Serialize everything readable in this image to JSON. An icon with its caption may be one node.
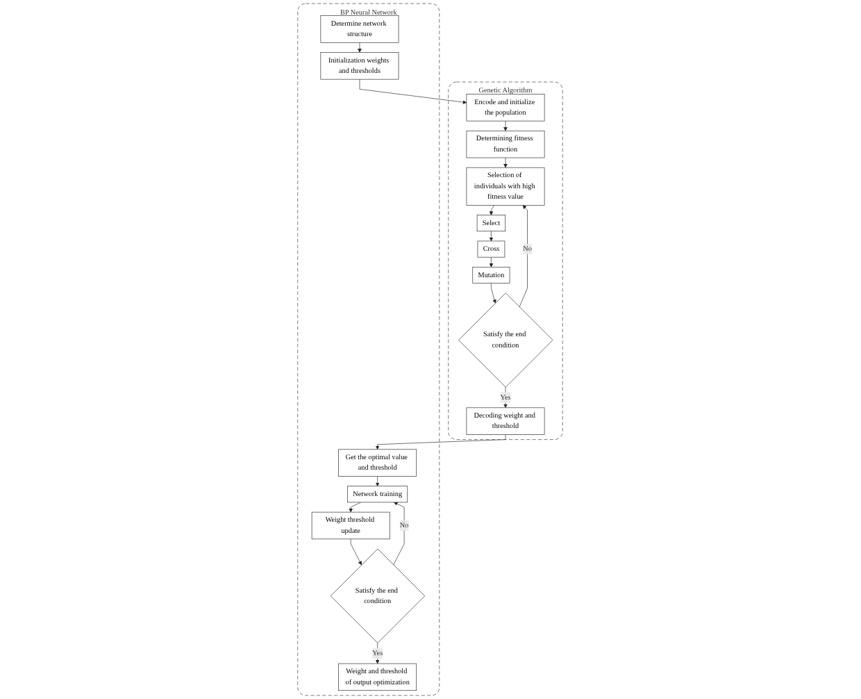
{
  "diagram": {
    "nodes": [
      {
        "text": [
          "Genetic Algorithm"
        ]
      },
      {
        "text": [
          "Encode and initialize the population"
        ],
        "in": 0
      },
      {
        "text": [
          "Determining fitness function"
        ],
        "in": 0
      },
      {
        "text": [
          "Selection of individuals with high fitness value"
        ],
        "in": 0
      },
      {
        "text": [
          "Select"
        ],
        "in": 0
      },
      {
        "text": [
          "Cross"
        ],
        "in": 0
      },
      {
        "text": [
          "Mutation"
        ],
        "in": 0
      },
      {
        "text": [
          "Satisfy the end condition"
        ],
        "in": 0
      },
      {
        "text": [
          "Decoding weight and threshold"
        ],
        "in": 0
      },
      {
        "text": [
          "BP Neural Network"
        ]
      },
      {
        "text": [
          "Determine network structure"
        ],
        "in": 9
      },
      {
        "text": [
          "Initialization weights and thresholds"
        ],
        "in": 9
      },
      {
        "text": [
          "Get the optimal value and threshold"
        ],
        "in": 9
      },
      {
        "text": [
          "Network training"
        ],
        "in": 9
      },
      {
        "text": [
          "Weight threshold update"
        ],
        "in": 9
      },
      {
        "text": [
          "Satisfy the end condition"
        ],
        "in": 9
      },
      {
        "text": [
          "Weight and threshold of output optimization"
        ],
        "in": 9
      }
    ],
    "edges": [
      {
        "from": 1,
        "to": 2,
        "arrow": "to"
      },
      {
        "from": 2,
        "to": 3,
        "arrow": "to"
      },
      {
        "from": 3,
        "to": 4,
        "arrow": "to"
      },
      {
        "from": 4,
        "to": 5,
        "arrow": "to"
      },
      {
        "from": 5,
        "to": 6,
        "arrow": "to"
      },
      {
        "from": 6,
        "to": 7,
        "arrow": "to"
      },
      {
        "from": 7,
        "to": 8,
        "arrow": "to",
        "label": "Yes"
      },
      {
        "from": 7,
        "to": 3,
        "arrow": "to",
        "label": "No"
      },
      {
        "from": 8,
        "to": 12,
        "arrow": "to"
      },
      {
        "from": 10,
        "to": 11,
        "arrow": "to"
      },
      {
        "from": 11,
        "to": 1,
        "arrow": "to"
      },
      {
        "from": 12,
        "to": 13,
        "arrow": "to"
      },
      {
        "from": 13,
        "to": 14,
        "arrow": "to"
      },
      {
        "from": 14,
        "to": 15,
        "arrow": "to"
      },
      {
        "from": 15,
        "to": 16,
        "arrow": "to",
        "label": "Yes"
      },
      {
        "from": 15,
        "to": 13,
        "arrow": "to",
        "label": "No"
      }
    ]
  }
}
